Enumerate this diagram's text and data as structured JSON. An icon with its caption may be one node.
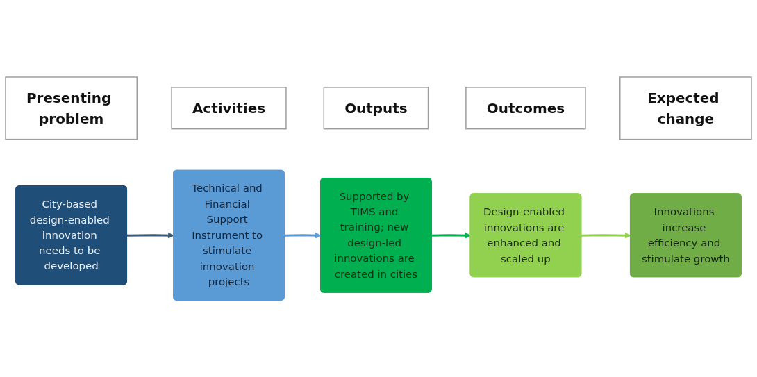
{
  "diagram": {
    "nodes": [
      {
        "text": [
          "Presenting problem"
        ]
      },
      {
        "text": [
          "Activities"
        ]
      },
      {
        "text": [
          "Outputs"
        ]
      },
      {
        "text": [
          "Outcomes"
        ]
      },
      {
        "text": [
          "Expected change"
        ]
      },
      {
        "text": [
          "City-based design-enabled innovation needs to be developed"
        ]
      },
      {
        "text": [
          "Technical and Financial Support Instrument to stimulate innovation projects"
        ]
      },
      {
        "text": [
          "Supported by TIMS and training; new design-led innovations are created in cities"
        ]
      },
      {
        "text": [
          "Design-enabled innovations are enhanced and scaled up"
        ]
      },
      {
        "text": [
          "Innovations increase efficiency and stimulate growth"
        ]
      }
    ],
    "edges": [
      {
        "from": 5,
        "to": 6,
        "arrow": "to",
        "color": "#3b5a78"
      },
      {
        "from": 6,
        "to": 7,
        "arrow": "to",
        "color": "#5b9bd5"
      },
      {
        "from": 7,
        "to": 8,
        "arrow": "to",
        "color": "#00b050"
      },
      {
        "from": 8,
        "to": 9,
        "arrow": "to",
        "color": "#92d050"
      }
    ]
  }
}
